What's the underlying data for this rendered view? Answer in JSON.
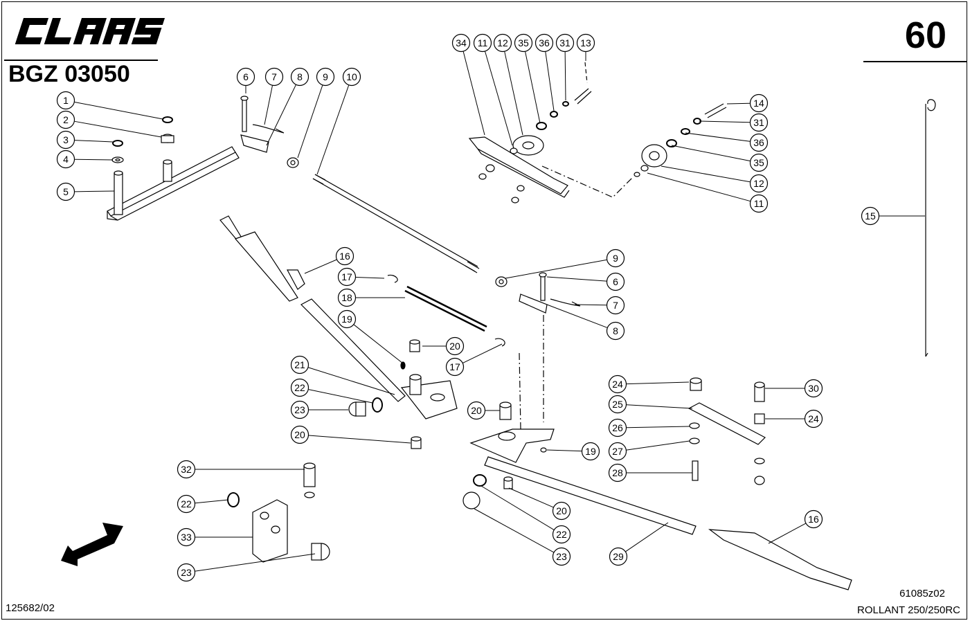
{
  "header": {
    "brand": "CLAAS",
    "page_number": "60",
    "drawing_code": "BGZ 03050"
  },
  "footer": {
    "sheet_ref": "125682/02",
    "drawing_ref": "61085z02",
    "model": "ROLLANT 250/250RC"
  },
  "callouts": [
    {
      "id": "c1",
      "label": "1"
    },
    {
      "id": "c2",
      "label": "2"
    },
    {
      "id": "c3",
      "label": "3"
    },
    {
      "id": "c4",
      "label": "4"
    },
    {
      "id": "c5",
      "label": "5"
    },
    {
      "id": "c6a",
      "label": "6"
    },
    {
      "id": "c7a",
      "label": "7"
    },
    {
      "id": "c8a",
      "label": "8"
    },
    {
      "id": "c9a",
      "label": "9"
    },
    {
      "id": "c10",
      "label": "10"
    },
    {
      "id": "c34",
      "label": "34"
    },
    {
      "id": "c11a",
      "label": "11"
    },
    {
      "id": "c12a",
      "label": "12"
    },
    {
      "id": "c35a",
      "label": "35"
    },
    {
      "id": "c36a",
      "label": "36"
    },
    {
      "id": "c31a",
      "label": "31"
    },
    {
      "id": "c13",
      "label": "13"
    },
    {
      "id": "c14",
      "label": "14"
    },
    {
      "id": "c31b",
      "label": "31"
    },
    {
      "id": "c36b",
      "label": "36"
    },
    {
      "id": "c35b",
      "label": "35"
    },
    {
      "id": "c12b",
      "label": "12"
    },
    {
      "id": "c11b",
      "label": "11"
    },
    {
      "id": "c15",
      "label": "15"
    },
    {
      "id": "c16a",
      "label": "16"
    },
    {
      "id": "c9b",
      "label": "9"
    },
    {
      "id": "c6b",
      "label": "6"
    },
    {
      "id": "c7b",
      "label": "7"
    },
    {
      "id": "c8b",
      "label": "8"
    },
    {
      "id": "c17a",
      "label": "17"
    },
    {
      "id": "c18",
      "label": "18"
    },
    {
      "id": "c19a",
      "label": "19"
    },
    {
      "id": "c20a",
      "label": "20"
    },
    {
      "id": "c17b",
      "label": "17"
    },
    {
      "id": "c21",
      "label": "21"
    },
    {
      "id": "c22a",
      "label": "22"
    },
    {
      "id": "c23a",
      "label": "23"
    },
    {
      "id": "c20b",
      "label": "20"
    },
    {
      "id": "c20c",
      "label": "20"
    },
    {
      "id": "c19b",
      "label": "19"
    },
    {
      "id": "c24a",
      "label": "24"
    },
    {
      "id": "c25",
      "label": "25"
    },
    {
      "id": "c26",
      "label": "26"
    },
    {
      "id": "c27",
      "label": "27"
    },
    {
      "id": "c28",
      "label": "28"
    },
    {
      "id": "c30",
      "label": "30"
    },
    {
      "id": "c24b",
      "label": "24"
    },
    {
      "id": "c32",
      "label": "32"
    },
    {
      "id": "c22b",
      "label": "22"
    },
    {
      "id": "c33",
      "label": "33"
    },
    {
      "id": "c23b",
      "label": "23"
    },
    {
      "id": "c20d",
      "label": "20"
    },
    {
      "id": "c22c",
      "label": "22"
    },
    {
      "id": "c23c",
      "label": "23"
    },
    {
      "id": "c29",
      "label": "29"
    },
    {
      "id": "c16b",
      "label": "16"
    }
  ]
}
